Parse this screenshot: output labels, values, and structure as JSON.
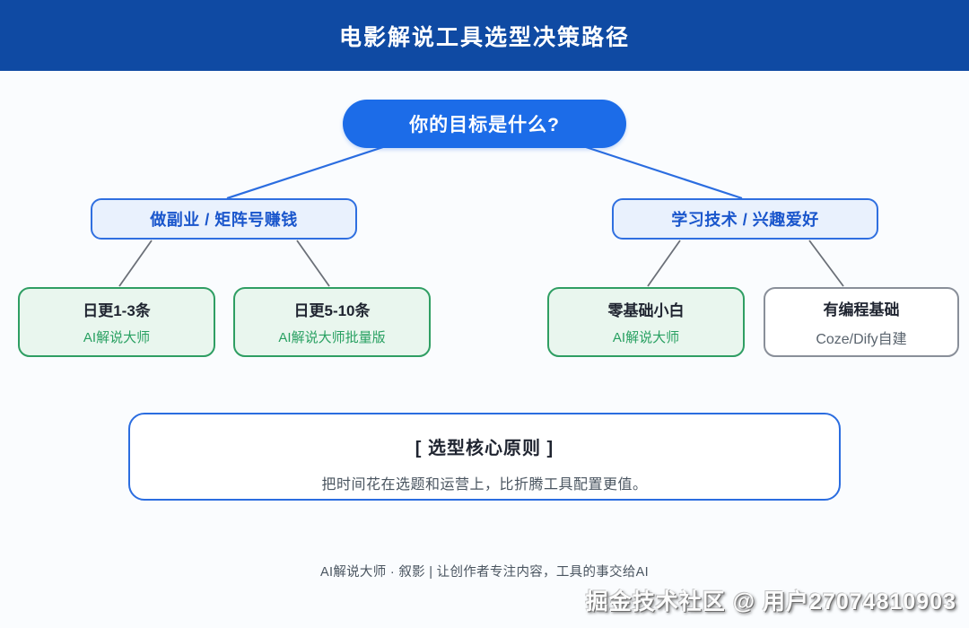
{
  "header": {
    "title": "电影解说工具选型决策路径"
  },
  "tree": {
    "root": {
      "label": "你的目标是什么?"
    },
    "branches": [
      {
        "label": "做副业 / 矩阵号赚钱"
      },
      {
        "label": "学习技术 / 兴趣爱好"
      }
    ],
    "leaves": [
      {
        "title": "日更1-3条",
        "subtitle": "AI解说大师",
        "variant": "green"
      },
      {
        "title": "日更5-10条",
        "subtitle": "AI解说大师批量版",
        "variant": "green"
      },
      {
        "title": "零基础小白",
        "subtitle": "AI解说大师",
        "variant": "green"
      },
      {
        "title": "有编程基础",
        "subtitle": "Coze/Dify自建",
        "variant": "gray"
      }
    ]
  },
  "principle": {
    "title": "[ 选型核心原则 ]",
    "body": "把时间花在选题和运营上，比折腾工具配置更值。"
  },
  "footer": {
    "text": "AI解说大师 · 叙影 | 让创作者专注内容，工具的事交给AI"
  },
  "watermark": {
    "text": "掘金技术社区 @ 用户27074810903"
  },
  "colors": {
    "header_bg": "#0f4aa3",
    "root_bg": "#1c6ce8",
    "branch_bg": "#e9f1fd",
    "branch_border": "#2f6fe0",
    "branch_text": "#1a56cc",
    "leaf_green_bg": "#e9f6ee",
    "leaf_green_border": "#2f9e63",
    "leaf_green_text": "#28a061",
    "leaf_gray_border": "#898f99",
    "connector_blue": "#2b6de0",
    "connector_gray": "#6b7078",
    "canvas_bg": "#fafcfe"
  }
}
